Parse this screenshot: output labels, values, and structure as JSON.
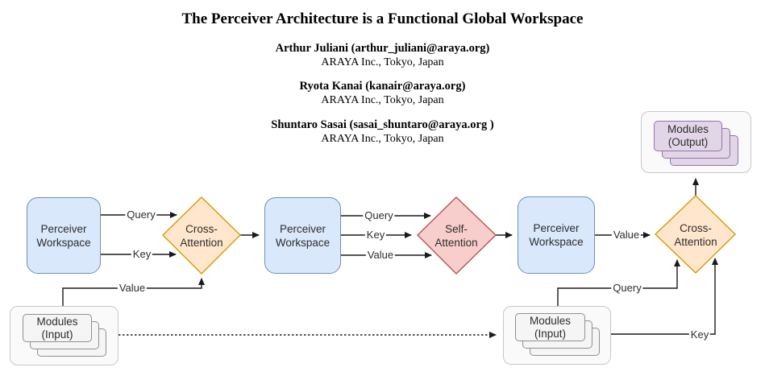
{
  "paper": {
    "title": "The Perceiver Architecture is a Functional Global Workspace",
    "authors": [
      {
        "name_line": "Arthur Juliani (arthur_juliani@araya.org)",
        "affiliation": "ARAYA Inc., Tokyo, Japan"
      },
      {
        "name_line": "Ryota Kanai (kanair@araya.org)",
        "affiliation": "ARAYA Inc., Tokyo, Japan"
      },
      {
        "name_line": "Shuntaro Sasai (sasai_shuntaro@araya.org )",
        "affiliation": "ARAYA Inc., Tokyo, Japan"
      }
    ]
  },
  "diagram": {
    "workspace_label": "Perceiver\nWorkspace",
    "cross_attention_label": "Cross-\nAttention",
    "self_attention_label": "Self-\nAttention",
    "modules_input_label": "Modules\n(Input)",
    "modules_output_label": "Modules\n(Output)",
    "edge_labels": {
      "query": "Query",
      "key": "Key",
      "value": "Value"
    },
    "colors": {
      "workspace_fill": "#dae8fc",
      "workspace_stroke": "#6c8ebf",
      "cross_attention_fill": "#ffe6cc",
      "cross_attention_stroke": "#d79b00",
      "self_attention_fill": "#f8cecc",
      "self_attention_stroke": "#b85450",
      "modules_output_fill": "#e1d5e7",
      "modules_output_stroke": "#9673a6",
      "modules_input_fill": "#f5f5f5",
      "modules_input_stroke": "#909090",
      "edge_color": "#1a1a1a"
    }
  }
}
